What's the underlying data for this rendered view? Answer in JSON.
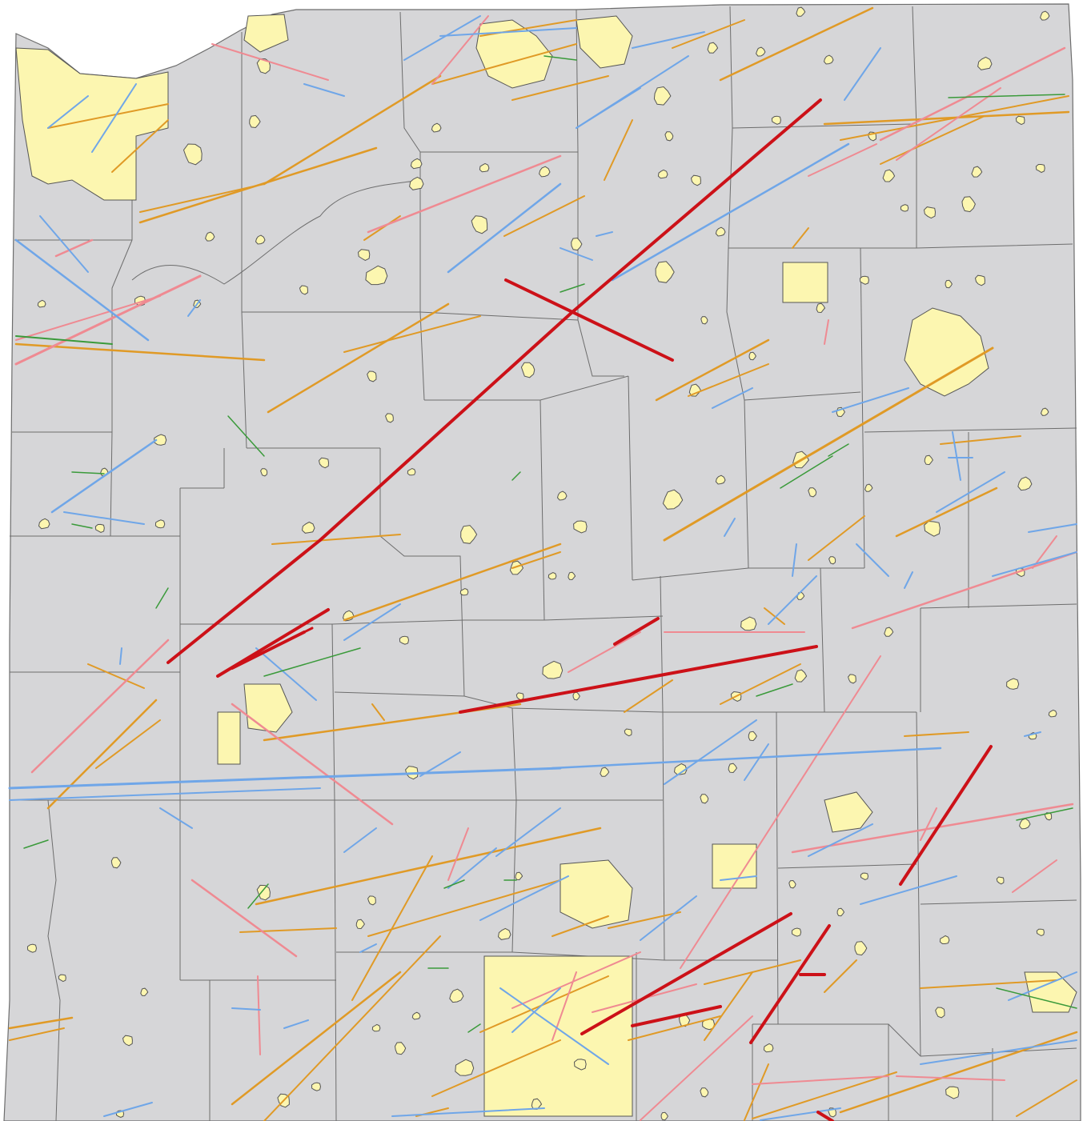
{
  "map": {
    "colors": {
      "background": "#ffffff",
      "land": "#d6d6d8",
      "county_border": "#6d6d6d",
      "town_fill": "#fcf6b0",
      "town_border": "#555555",
      "track_red": "#cc1118",
      "track_orange": "#e09a26",
      "track_pink": "#ef8a92",
      "track_blue": "#6fa6e8",
      "track_green": "#3a9a3a"
    },
    "legend": [],
    "layers": [
      "land-area",
      "county-boundaries",
      "towns",
      "tornado-tracks"
    ]
  }
}
